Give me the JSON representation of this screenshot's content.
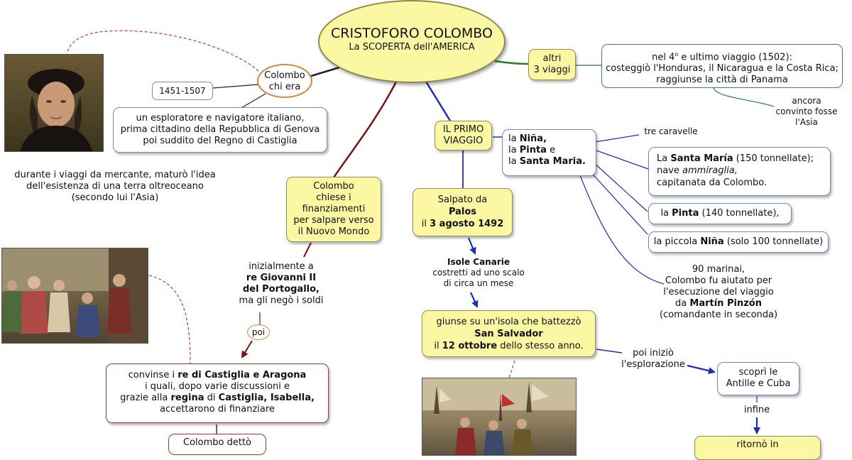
{
  "center": {
    "title": "CRISTOFORO COLOMBO",
    "subtitle": "La SCOPERTA dell'AMERICA"
  },
  "chi_era": {
    "label_1": "Colombo",
    "label_2": "chi era",
    "years": "1451-1507",
    "desc_1": "un esploratore e navigatore italiano,",
    "desc_2": "prima cittadino della Repubblica di Genova",
    "desc_3": "poi suddito del Regno di Castiglia",
    "idea_1": "durante i viaggi da mercante, maturò l'idea",
    "idea_2": "dell'esistenza di una terra oltreoceano",
    "idea_3": "(secondo lui l'Asia)"
  },
  "altri": {
    "label_1": "altri",
    "label_2": "3 viaggi",
    "last_1_pre": "nel 4",
    "last_1_sup": "o",
    "last_1_post": " e ultimo viaggio (1502):",
    "last_2": "costeggiò l'Honduras, il Nicaragua e la Costa Rica;",
    "last_3": "raggiunse la città di Panama",
    "asia_1": "ancora",
    "asia_2": "convinto fosse",
    "asia_3": "l'Asia"
  },
  "finanz": {
    "label_1": "Colombo",
    "label_2": "chiese i",
    "label_3": "finanziamenti",
    "label_4": "per salpare verso",
    "label_5": "il Nuovo Mondo",
    "port_1": "inizialmente a",
    "port_2": "re Giovanni II",
    "port_3": "del Portogallo,",
    "port_4": "ma gli negò i soldi",
    "poi": "poi",
    "cast_1_pre": "convinse i ",
    "cast_1_b": "re di Castiglia e Aragona",
    "cast_2": "i quali, dopo varie discussioni e",
    "cast_3_pre": "grazie alla ",
    "cast_3_b1": "regina",
    "cast_3_mid": " di ",
    "cast_3_b2": "Castiglia, Isabella,",
    "cast_4": "accettarono di finanziare",
    "dettò": "Colombo dettò"
  },
  "primo": {
    "label_1": "IL PRIMO",
    "label_2": "VIAGGIO",
    "salpato_1": "Salpato da",
    "salpato_2": "Palos",
    "salpato_3_pre": "il ",
    "salpato_3_b": "3 agosto 1492",
    "canarie_1": "Isole Canarie",
    "canarie_2": "costretti ad uno scalo",
    "canarie_3": "di circa un mese",
    "salv_1": "giunse su un'isola che battezzò",
    "salv_2": "San Salvador",
    "salv_3_pre": "il ",
    "salv_3_b": "12 ottobre",
    "salv_3_post": " dello stesso anno.",
    "explor_1": "poi iniziò",
    "explor_2": "l'esplorazione",
    "antille_1": "scoprì le",
    "antille_2": "Antille e Cuba",
    "infine": "infine",
    "ritorno": "ritornò in"
  },
  "ships": {
    "l1_pre": "la ",
    "l1_b": "Niña,",
    "l2_pre": "la ",
    "l2_b": "Pinta",
    "l2_post": " e",
    "l3_pre": "la ",
    "l3_b": "Santa Maria.",
    "tre": "tre caravelle",
    "sm_1_pre": "La ",
    "sm_1_b": "Santa María",
    "sm_1_post": " (150 tonnellate);",
    "sm_2_pre": "nave ",
    "sm_2_i": "ammiraglia,",
    "sm_3": "capitanata da Colombo.",
    "pinta_pre": "la ",
    "pinta_b": "Pinta",
    "pinta_post": " (140 tonnellate),",
    "nina_pre": "la piccola ",
    "nina_b": "Niña",
    "nina_post": " (solo 100 tonnellate)",
    "mar_1": "90 marinai,",
    "mar_2": "Colombo fu aiutato per",
    "mar_3": "l'esecuzione del viaggio",
    "mar_4_pre": "da ",
    "mar_4_b": "Martín Pinzón",
    "mar_5": "(comandante in seconda)"
  },
  "colors": {
    "blue": "#1f2fb4",
    "red": "#7a1010",
    "green": "#2a7a2a",
    "dashed": "#c0392b",
    "yellow": "#fbf7a2"
  }
}
